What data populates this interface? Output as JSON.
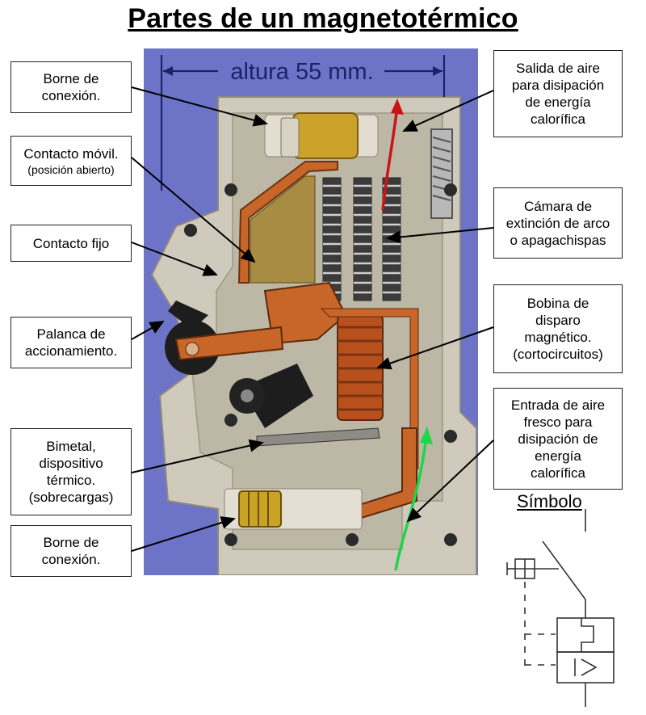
{
  "title": "Partes de un magnetotérmico",
  "dimension_label": "altura 55 mm.",
  "labels": {
    "borne_top": [
      "Borne de",
      "conexión."
    ],
    "contacto_movil": [
      "Contacto móvil.",
      "(posición abierto)"
    ],
    "contacto_fijo": [
      "Contacto fijo"
    ],
    "palanca": [
      "Palanca de",
      "accionamiento."
    ],
    "bimetal": [
      "Bimetal,",
      "dispositivo",
      "térmico.",
      "(sobrecargas)"
    ],
    "borne_bottom": [
      "Borne de",
      "conexión."
    ],
    "salida_aire": [
      "Salida de aire",
      "para disipación",
      "de energía",
      "calorífica"
    ],
    "camara": [
      "Cámara de",
      "extinción de arco",
      "o apagachispas"
    ],
    "bobina": [
      "Bobina de",
      "disparo",
      "magnético.",
      "(cortocircuitos)"
    ],
    "entrada_aire": [
      "Entrada de aire",
      "fresco para",
      "disipación de",
      "energía",
      "calorífica"
    ]
  },
  "symbol_title": "Símbolo",
  "colors": {
    "photo_bg": "#6d74c8",
    "housing": "#c9c4b4",
    "copper": "#c8662a",
    "brass": "#c9a326",
    "arrow_red": "#c8141a",
    "arrow_green": "#1fd64a"
  }
}
